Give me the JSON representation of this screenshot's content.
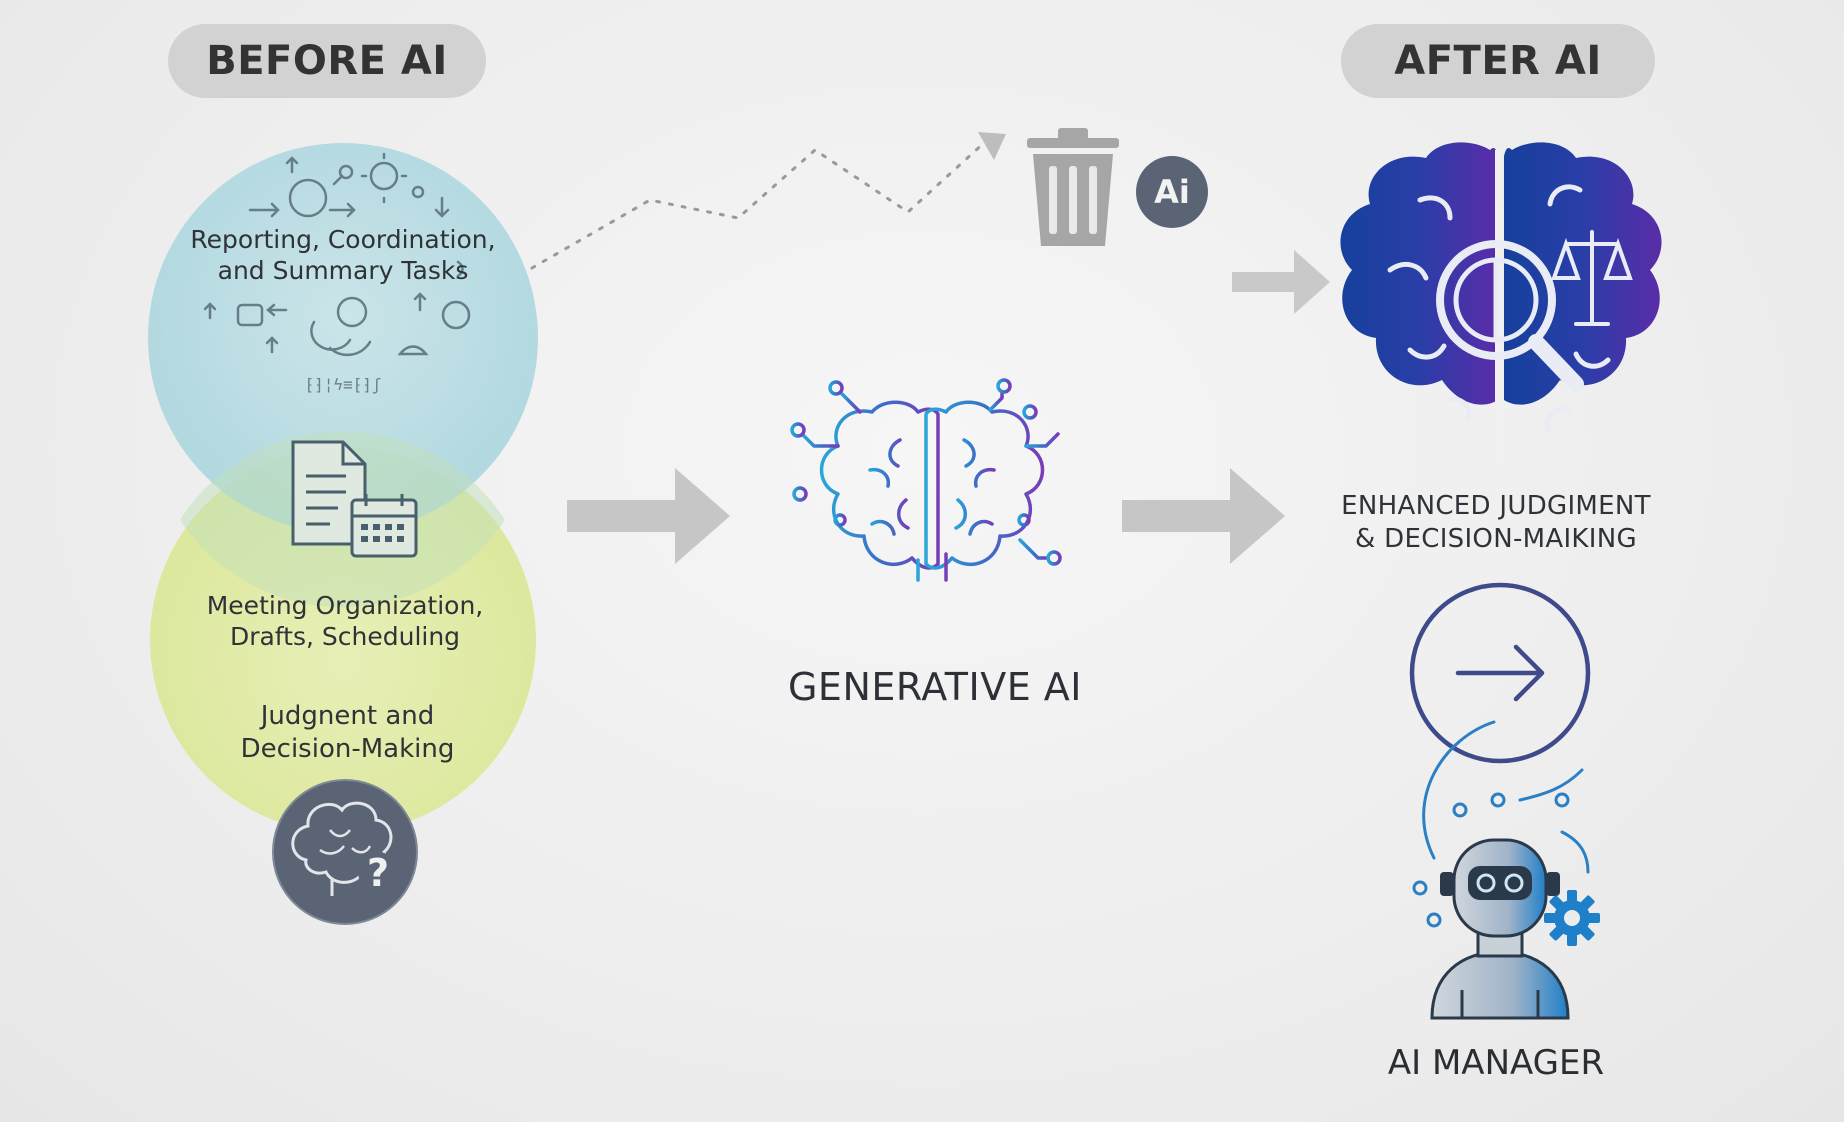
{
  "before": {
    "title": "BEFORE AI",
    "circle_top": {
      "line1": "Reporting, Coordination,",
      "line2": "and Summary Tasks",
      "scribble": "⁅⁆¦ϟ≡⁅⁆ʃ"
    },
    "circle_mid": {
      "line1": "Meeting Organization,",
      "line2": "Drafts, Scheduling"
    },
    "circle_low": {
      "line1": "Judgnent and",
      "line2": "Decision-Making"
    }
  },
  "center": {
    "label": "GENERATIVE AI",
    "ai_badge": "Ai"
  },
  "after": {
    "title": "AFTER AI",
    "brain_label_line1": "ENHANCED JUDGIMENT",
    "brain_label_line2": "& DECISION-MAIKING",
    "manager_label": "AI MANAGER"
  },
  "colors": {
    "circle_top": "#a9d6e0",
    "circle_low": "#dbe79a",
    "arrow_gray": "#c6c6c6",
    "brain_blue": "#1f3fa8",
    "brain_purple": "#5b2fa8",
    "ring_navy": "#3f4a8a",
    "badge_slate": "#5b6475"
  },
  "icons": [
    "trash-icon",
    "ai-badge-icon",
    "brain-circuit-icon",
    "brain-analysis-icon",
    "arrow-circle-icon",
    "robot-manager-icon",
    "gear-icon",
    "document-calendar-icon",
    "brain-question-icon"
  ]
}
